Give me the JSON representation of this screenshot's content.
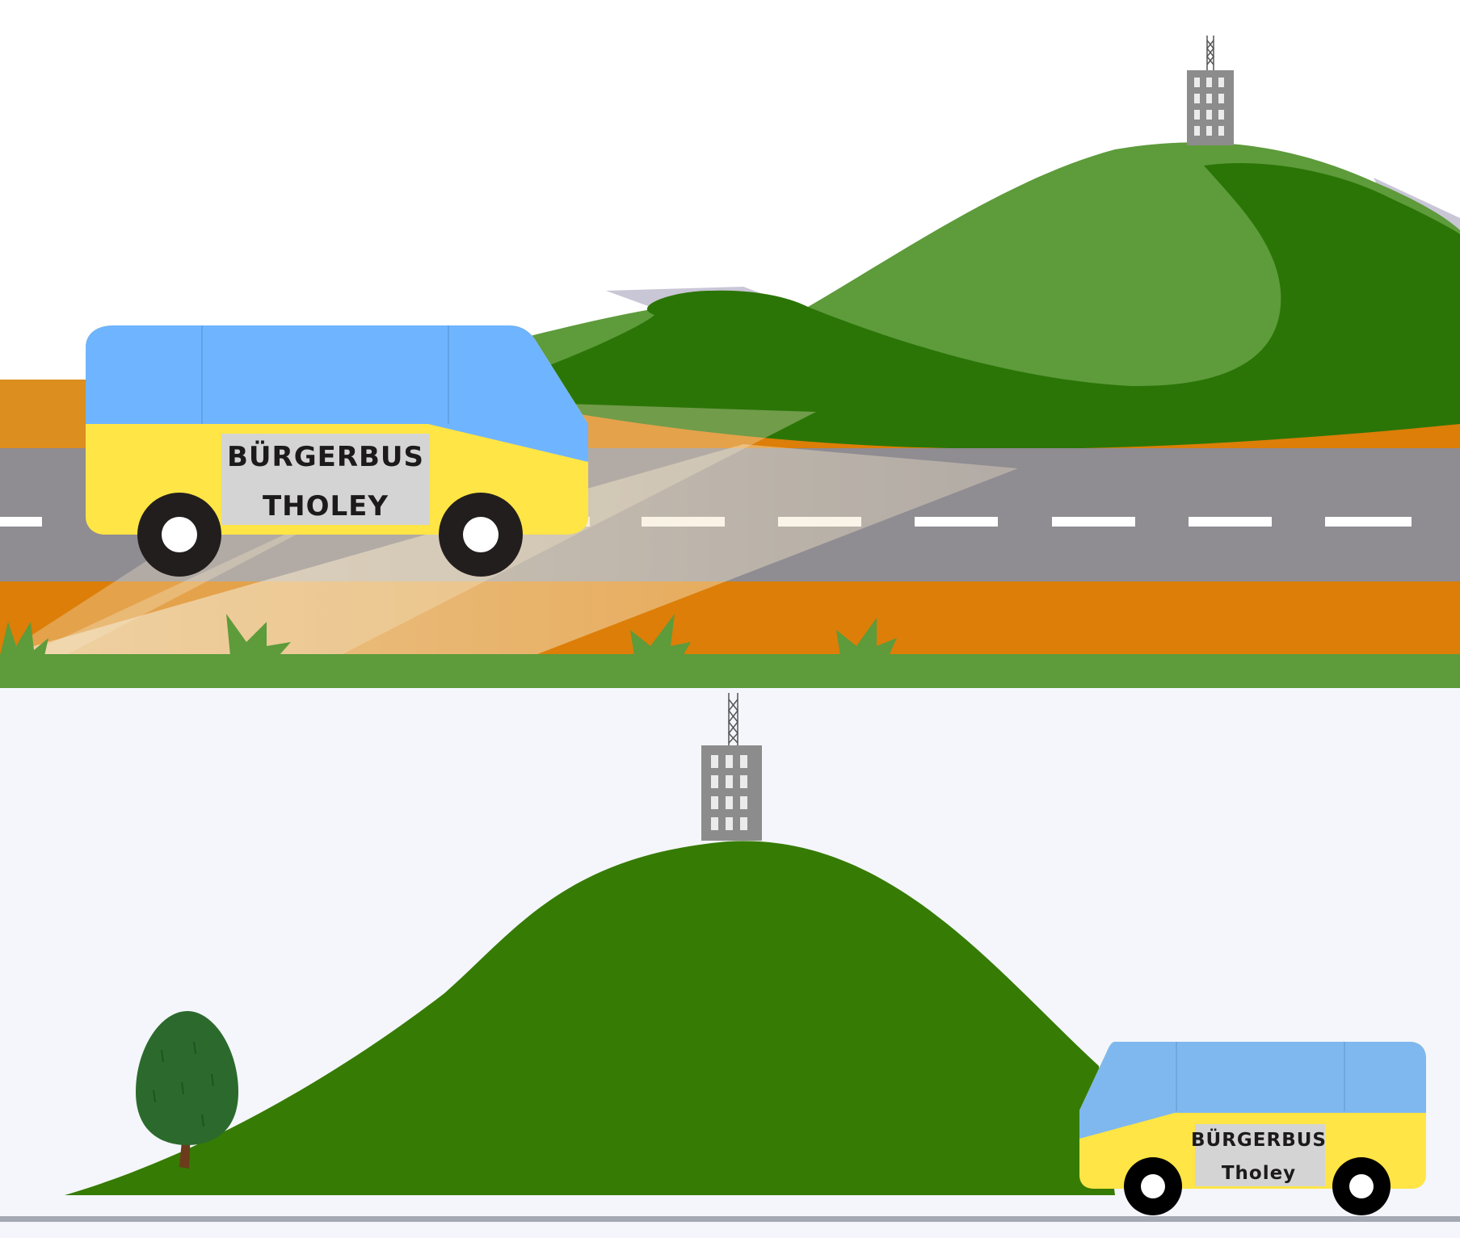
{
  "scenes": {
    "top": {
      "bus": {
        "line1": "BÜRGERBUS",
        "line2": "THOLEY"
      }
    },
    "bottom": {
      "bus": {
        "line1": "BÜRGERBUS",
        "line2": "Tholey"
      }
    }
  },
  "colors": {
    "sky_top": "#ffffff",
    "sky_bottom": "#f4f6fb",
    "hill_light": "#5d9b3b",
    "hill_dark": "#2b7507",
    "hill_bottom": "#367b03",
    "road": "#8f8c92",
    "sand": "#dc7e08",
    "grass": "#5d9b3b",
    "bus_blue": "#6fb4ff",
    "bus_blue_light": "#7eb8ef",
    "bus_yellow": "#ffe545",
    "plate": "#d4d4d4",
    "tower": "#8c8c8c",
    "ground_line": "#a4a8b2"
  }
}
